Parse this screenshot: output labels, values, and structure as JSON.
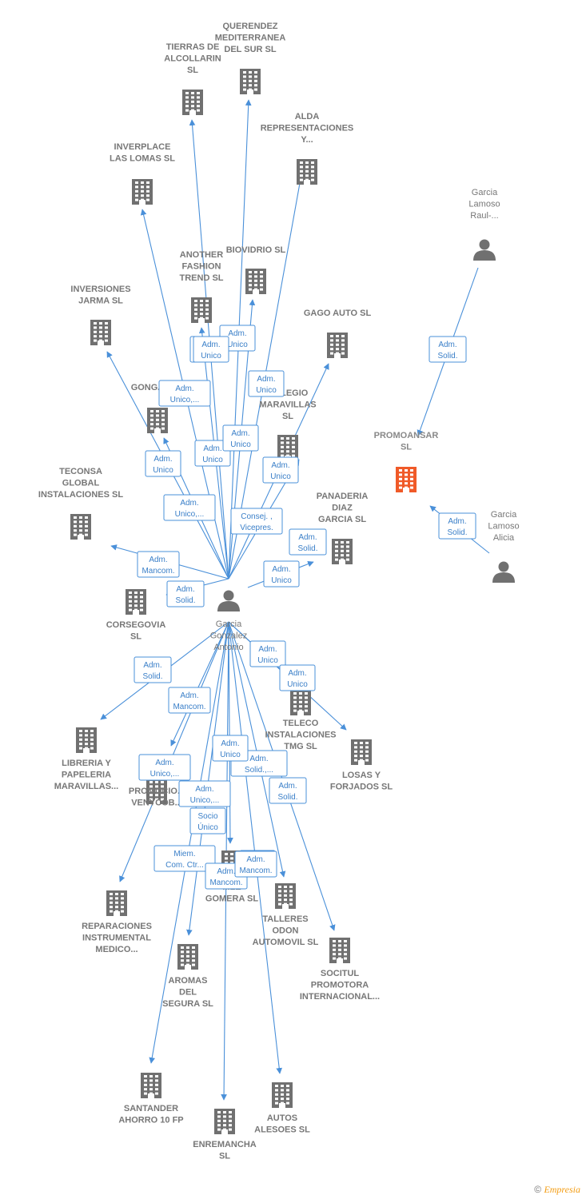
{
  "colors": {
    "edge": "#4a90d9",
    "building": "#707070",
    "highlight": "#f05a28",
    "person": "#707070"
  },
  "nodes": [
    {
      "id": "center",
      "type": "person",
      "lines": [
        "Garcia",
        "Gonzalez",
        "Antonio"
      ]
    },
    {
      "id": "querendez",
      "type": "company",
      "lines": [
        "QUERENDEZ",
        "MEDITERRANEA",
        "DEL SUR  SL"
      ]
    },
    {
      "id": "tierras",
      "type": "company",
      "lines": [
        "TIERRAS DE",
        "ALCOLLARIN",
        "SL"
      ]
    },
    {
      "id": "alda",
      "type": "company",
      "lines": [
        "ALDA",
        "REPRESENTACIONES",
        "Y..."
      ]
    },
    {
      "id": "inverplace",
      "type": "company",
      "lines": [
        "INVERPLACE",
        "LAS LOMAS  SL"
      ]
    },
    {
      "id": "garcia_raul",
      "type": "person",
      "lines": [
        "Garcia",
        "Lamoso",
        "Raul-..."
      ]
    },
    {
      "id": "biovidrio",
      "type": "company",
      "lines": [
        "BIOVIDRIO  SL"
      ]
    },
    {
      "id": "another",
      "type": "company",
      "lines": [
        "ANOTHER",
        "FASHION",
        "TREND  SL"
      ]
    },
    {
      "id": "inversiones",
      "type": "company",
      "lines": [
        "INVERSIONES",
        "JARMA  SL"
      ]
    },
    {
      "id": "gago",
      "type": "company",
      "lines": [
        "GAGO AUTO SL"
      ]
    },
    {
      "id": "gongara",
      "type": "company",
      "lines": [
        "GONGARA..."
      ]
    },
    {
      "id": "colegio",
      "type": "company",
      "lines": [
        "COLEGIO",
        "MARAVILLAS",
        "SL"
      ]
    },
    {
      "id": "promoansar",
      "type": "company",
      "highlight": true,
      "lines": [
        "PROMOANSAR",
        "SL"
      ]
    },
    {
      "id": "teconsa",
      "type": "company",
      "lines": [
        "TECONSA",
        "GLOBAL",
        "INSTALACIONES SL"
      ]
    },
    {
      "id": "panaderia",
      "type": "company",
      "lines": [
        "PANADERIA",
        "DIAZ",
        "GARCIA  SL"
      ]
    },
    {
      "id": "garcia_alicia",
      "type": "person",
      "lines": [
        "Garcia",
        "Lamoso",
        "Alicia"
      ]
    },
    {
      "id": "corsegovia",
      "type": "company",
      "lines": [
        "CORSEGOVIA",
        "SL"
      ]
    },
    {
      "id": "libreria",
      "type": "company",
      "lines": [
        "LIBRERIA Y",
        "PAPELERIA",
        "MARAVILLAS..."
      ]
    },
    {
      "id": "teleco",
      "type": "company",
      "lines": [
        "TELECO",
        "INSTALACIONES",
        "TMG  SL"
      ]
    },
    {
      "id": "losas",
      "type": "company",
      "lines": [
        "LOSAS Y",
        "FORJADOS  SL"
      ]
    },
    {
      "id": "promocio",
      "type": "company",
      "lines": [
        "PROMOCIO...",
        "VENYCOB..."
      ]
    },
    {
      "id": "gomera",
      "type": "company",
      "lines": [
        "...LE",
        "GOMERA SL"
      ]
    },
    {
      "id": "reparaciones",
      "type": "company",
      "lines": [
        "REPARACIONES",
        "INSTRUMENTAL",
        "MEDICO..."
      ]
    },
    {
      "id": "talleres",
      "type": "company",
      "lines": [
        "TALLERES",
        "ODON",
        "AUTOMOVIL SL"
      ]
    },
    {
      "id": "aromas",
      "type": "company",
      "lines": [
        "AROMAS",
        "DEL",
        "SEGURA  SL"
      ]
    },
    {
      "id": "socitul",
      "type": "company",
      "lines": [
        "SOCITUL",
        "PROMOTORA",
        "INTERNACIONAL..."
      ]
    },
    {
      "id": "santander",
      "type": "company",
      "lines": [
        "SANTANDER",
        "AHORRO 10 FP"
      ]
    },
    {
      "id": "enremancha",
      "type": "company",
      "lines": [
        "ENREMANCHA",
        "SL"
      ]
    },
    {
      "id": "autos",
      "type": "company",
      "lines": [
        "AUTOS",
        "ALESOES  SL"
      ]
    }
  ],
  "edges": [
    {
      "from": "center",
      "to": "querendez",
      "lines": []
    },
    {
      "from": "center",
      "to": "tierras",
      "lines": []
    },
    {
      "from": "center",
      "to": "alda",
      "lines": [
        "Adm.",
        "Unico"
      ]
    },
    {
      "from": "center",
      "to": "inverplace",
      "lines": []
    },
    {
      "from": "center",
      "to": "biovidrio",
      "lines": [
        "Adm.",
        "Unico"
      ]
    },
    {
      "from": "center",
      "to": "another",
      "lines": [
        "Adm.",
        "Solid."
      ]
    },
    {
      "from": "center",
      "to": "inversiones",
      "lines": [
        "Adm.",
        "Unico,..."
      ]
    },
    {
      "from": "center",
      "to": "gago",
      "lines": [
        "Adm.",
        "Unico"
      ]
    },
    {
      "from": "center",
      "to": "gongara",
      "lines": [
        "Adm.",
        "Unico"
      ]
    },
    {
      "from": "center",
      "to": "colegio",
      "lines": [
        "Consej. ,",
        "Vicepres."
      ]
    },
    {
      "from": "center",
      "to": "teconsa",
      "lines": [
        "Adm.",
        "Mancom."
      ]
    },
    {
      "from": "center",
      "to": "panaderia",
      "lines": [
        "Adm.",
        "Unico"
      ]
    },
    {
      "from": "center",
      "to": "corsegovia",
      "lines": [
        "Adm.",
        "Solid."
      ]
    },
    {
      "from": "center",
      "to": "libreria",
      "lines": [
        "Adm.",
        "Solid."
      ]
    },
    {
      "from": "center",
      "to": "teleco",
      "lines": [
        "Adm.",
        "Unico"
      ]
    },
    {
      "from": "center",
      "to": "losas",
      "lines": [
        "Adm.",
        "Unico"
      ]
    },
    {
      "from": "center",
      "to": "promocio",
      "lines": [
        "Adm.",
        "Mancom."
      ]
    },
    {
      "from": "center",
      "to": "gomera",
      "lines": [
        "Socio",
        "Único"
      ]
    },
    {
      "from": "center",
      "to": "reparaciones",
      "lines": [
        "Adm.",
        "Unico,..."
      ]
    },
    {
      "from": "center",
      "to": "talleres",
      "lines": [
        "Adm.",
        "Solid.,..."
      ]
    },
    {
      "from": "center",
      "to": "aromas",
      "lines": [
        "Adm.",
        "Unico,..."
      ]
    },
    {
      "from": "center",
      "to": "socitul",
      "lines": [
        "Adm.",
        "Solid."
      ]
    },
    {
      "from": "center",
      "to": "santander",
      "lines": [
        "Miem.",
        "Com. Ctr..."
      ]
    },
    {
      "from": "center",
      "to": "enremancha",
      "lines": [
        "Adm.",
        "Mancom."
      ]
    },
    {
      "from": "center",
      "to": "autos",
      "lines": [
        "Adm.",
        "Unico"
      ]
    },
    {
      "from": "garcia_raul",
      "to": "promoansar",
      "lines": [
        "Adm.",
        "Solid."
      ]
    },
    {
      "from": "garcia_alicia",
      "to": "promoansar",
      "lines": [
        "Adm.",
        "Solid."
      ]
    }
  ],
  "extra_badges": [
    {
      "lines": [
        "Adm.",
        "Unico"
      ]
    },
    {
      "lines": [
        "Adm.",
        "Unico"
      ]
    },
    {
      "lines": [
        "Adm.",
        "Unico"
      ]
    },
    {
      "lines": [
        "Adm.",
        "Solid."
      ]
    },
    {
      "lines": [
        "Adm.",
        "Unico,..."
      ]
    },
    {
      "lines": [
        "Adm.",
        "Unico"
      ]
    },
    {
      "lines": [
        "Adm.",
        "Mancom."
      ]
    }
  ],
  "footer": {
    "copyright": "©",
    "brand": "Empresia"
  }
}
